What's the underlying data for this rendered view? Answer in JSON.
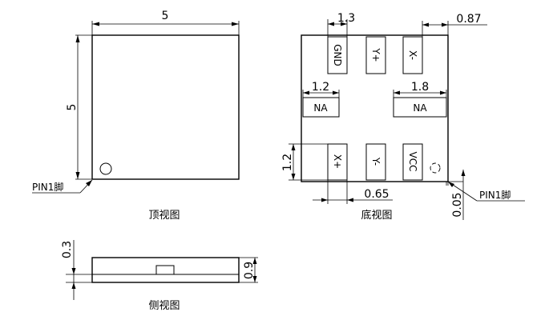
{
  "top_view": {
    "width_label": "5",
    "height_label": "5",
    "pin1_label": "PIN1脚",
    "caption": "顶视图"
  },
  "bottom_view": {
    "caption": "底视图",
    "pin1_label": "PIN1脚",
    "dims": {
      "pad_width": "1.3",
      "edge_gap": "0.87",
      "na_left": "1.2",
      "na_right": "1.8",
      "left_height": "1.2",
      "pitch": "0.65",
      "corner": "0.05"
    },
    "pads": {
      "gnd": "GND",
      "y_plus": "Y+",
      "x_minus": "X-",
      "na1": "NA",
      "na2": "NA",
      "x_plus": "X+",
      "y_minus": "Y-",
      "vcc": "VCC"
    }
  },
  "side_view": {
    "caption": "侧视图",
    "top_dim": "0.3",
    "height_dim": "0.9"
  }
}
